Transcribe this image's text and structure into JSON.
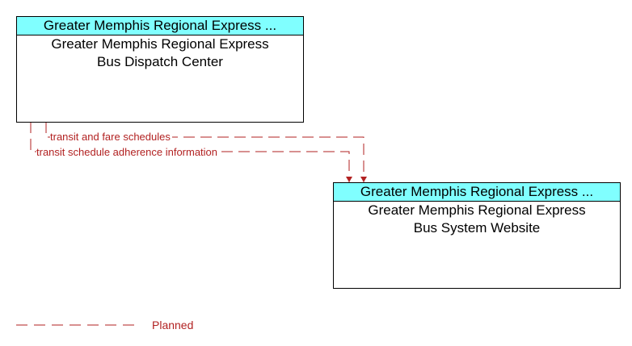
{
  "nodes": {
    "dispatch": {
      "header": "Greater Memphis Regional Express ...",
      "title_line1": "Greater Memphis Regional Express",
      "title_line2": "Bus Dispatch Center"
    },
    "website": {
      "header": "Greater Memphis Regional Express ...",
      "title_line1": "Greater Memphis Regional Express",
      "title_line2": "Bus System Website"
    }
  },
  "flows": [
    {
      "label": "transit and fare schedules",
      "status": "Planned"
    },
    {
      "label": "transit schedule adherence information",
      "status": "Planned"
    }
  ],
  "legend": {
    "label": "Planned"
  },
  "colors": {
    "header_fill": "#80ffff",
    "planned_line": "#b22222"
  }
}
